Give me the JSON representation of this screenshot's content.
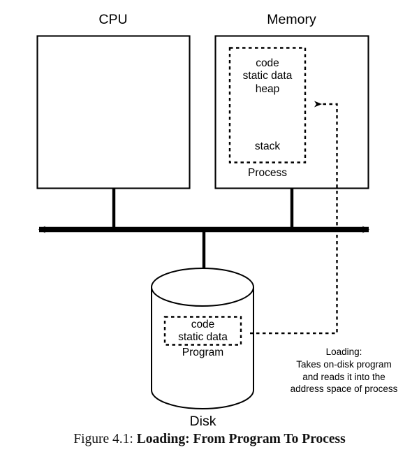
{
  "figure": {
    "caption_prefix": "Figure 4.1: ",
    "caption_title": "Loading: From Program To Process"
  },
  "cpu": {
    "label": "CPU"
  },
  "memory": {
    "label": "Memory",
    "process": {
      "label": "Process",
      "segments_top": "code\nstatic data\nheap",
      "segment_bottom": "stack"
    }
  },
  "disk": {
    "label": "Disk",
    "program": {
      "label": "Program",
      "segments": "code\nstatic data"
    }
  },
  "annotation": {
    "loading_note": "Loading:\nTakes on-disk program\nand reads it into the\naddress space of process"
  },
  "colors": {
    "stroke": "#000000",
    "background": "#ffffff",
    "caption_text": "#111111"
  }
}
